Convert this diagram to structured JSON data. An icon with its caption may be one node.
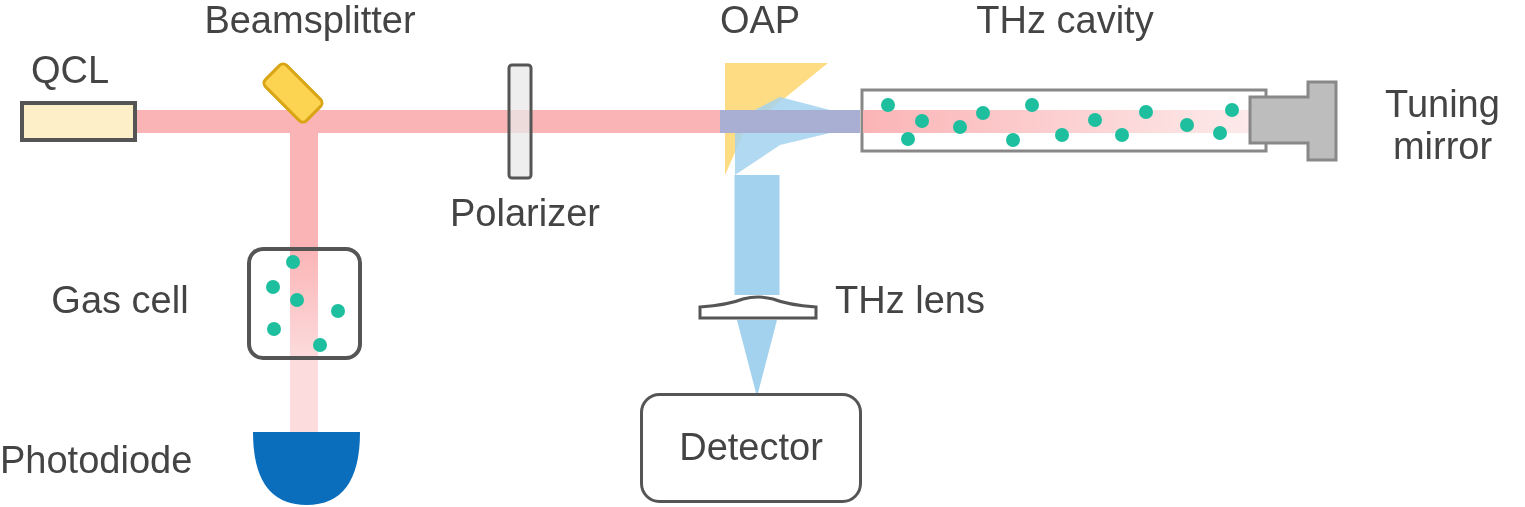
{
  "diagram": {
    "nodes": [
      {
        "text": [
          "QCL"
        ]
      },
      {
        "text": [
          "Beamsplitter"
        ]
      },
      {
        "text": [
          "Polarizer"
        ]
      },
      {
        "text": [
          "OAP"
        ]
      },
      {
        "text": [
          "THz cavity"
        ]
      },
      {
        "text": [
          "Tuning mirror"
        ]
      },
      {
        "text": [
          "Gas cell"
        ]
      },
      {
        "text": [
          "Photodiode"
        ]
      },
      {
        "text": [
          "THz lens"
        ]
      },
      {
        "text": [
          "Detector"
        ]
      }
    ],
    "edges": [
      {
        "from": 0,
        "to": 1,
        "arrow": "none"
      },
      {
        "from": 1,
        "to": 2,
        "arrow": "none"
      },
      {
        "from": 2,
        "to": 3,
        "arrow": "none"
      },
      {
        "from": 3,
        "to": 4,
        "arrow": "none",
        "color": "#a9aed3"
      },
      {
        "from": 1,
        "to": 6,
        "arrow": "none"
      },
      {
        "from": 6,
        "to": 7,
        "arrow": "none",
        "color": "#fcdcdd"
      },
      {
        "from": 3,
        "to": 8,
        "arrow": "none",
        "color": "#a3d2ef"
      },
      {
        "from": 8,
        "to": 9,
        "arrow": "none",
        "color": "#a3d2ef"
      }
    ]
  }
}
